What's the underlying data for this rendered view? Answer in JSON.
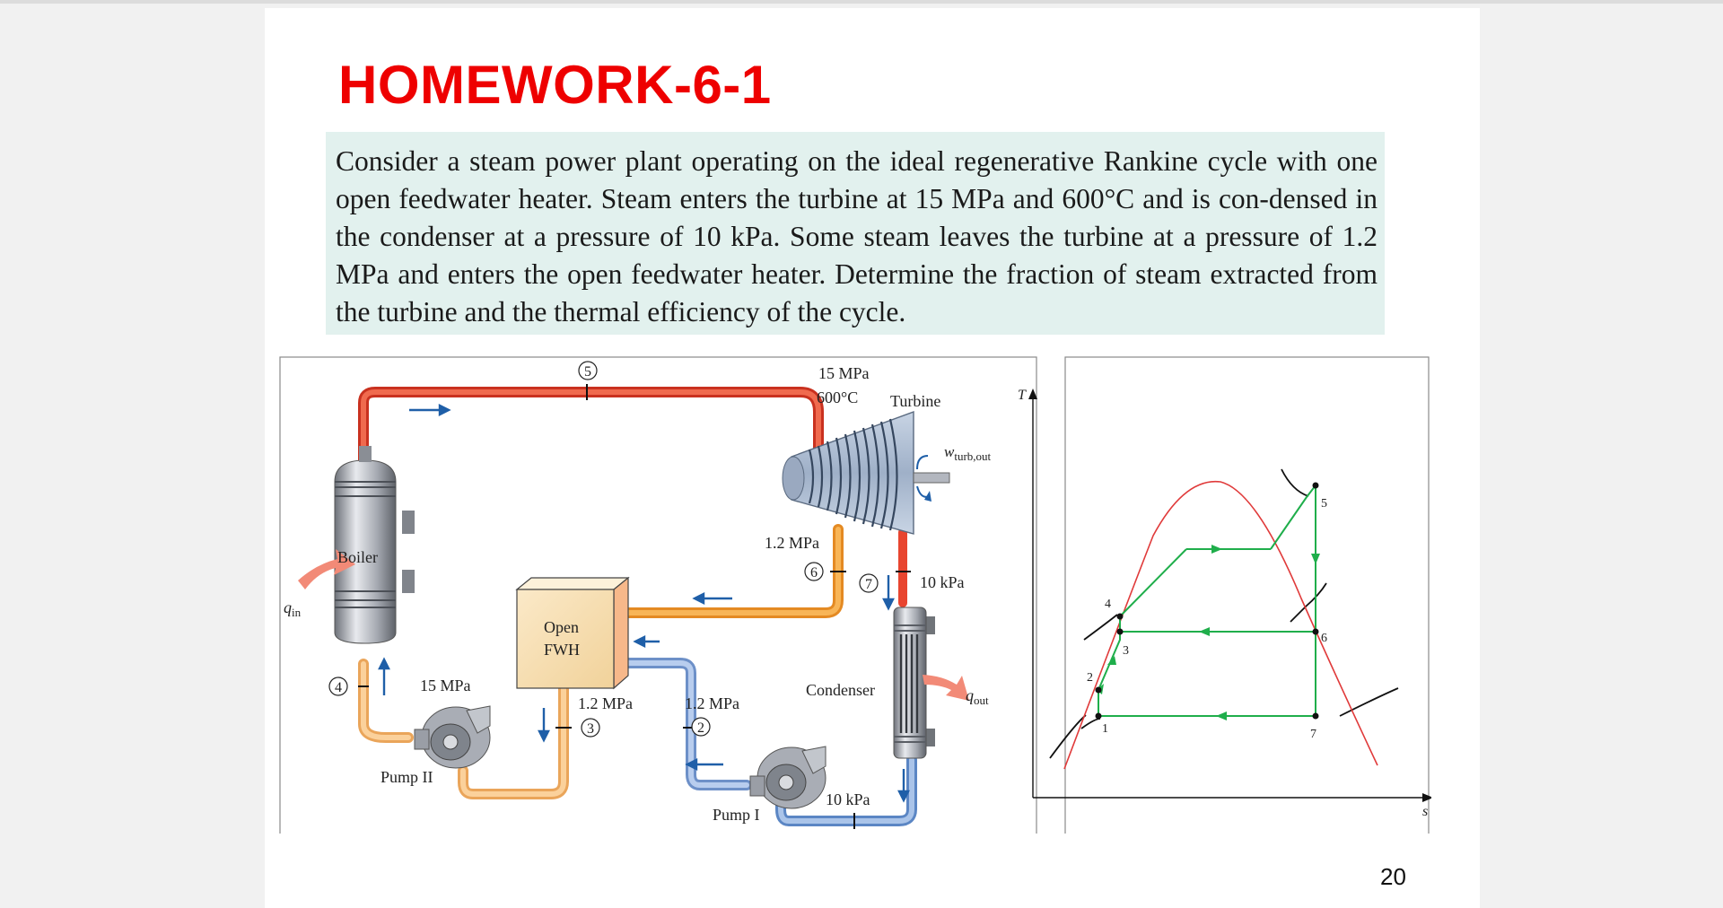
{
  "slide": {
    "title": "HOMEWORK-6-1",
    "problem_text": "Consider a steam power plant operating on the ideal regenerative Rankine cycle with one open feedwater heater. Steam enters the turbine at 15 MPa and 600°C and is con-densed in the condenser at a pressure of 10 kPa. Some steam leaves the turbine at a pressure of 1.2 MPa and enters the open feedwater heater. Determine the fraction of steam extracted from the turbine and the thermal efficiency of the cycle.",
    "page_number": "20"
  },
  "schematic": {
    "state_5": "5",
    "turbine_inlet_pressure": "15 MPa",
    "turbine_inlet_temp": "600°C",
    "turbine_label": "Turbine",
    "work_label_main": "w",
    "work_label_sub": "turb,out",
    "extraction_pressure": "1.2 MPa",
    "state_6": "6",
    "state_7": "7",
    "condenser_pressure_top": "10 kPa",
    "boiler_label": "Boiler",
    "q_in_main": "q",
    "q_in_sub": "in",
    "fwh_label_1": "Open",
    "fwh_label_2": "FWH",
    "condenser_label": "Condenser",
    "q_out_main": "q",
    "q_out_sub": "out",
    "state_4": "4",
    "pump2_pressure": "15 MPa",
    "fwh_out_pressure": "1.2 MPa",
    "state_3": "3",
    "pump1_out_pressure": "1.2 MPa",
    "state_2": "2",
    "pump2_label": "Pump II",
    "pump1_label": "Pump I",
    "condenser_pressure_bottom": "10 kPa"
  },
  "ts_diagram": {
    "t_axis": "T",
    "s_axis": "s",
    "points": [
      "1",
      "2",
      "3",
      "4",
      "5",
      "6",
      "7"
    ],
    "colors": {
      "dome": "#e03a3a",
      "cycle": "#1fae4b",
      "isobar": "#111111"
    }
  },
  "colors": {
    "title": "#ee0000",
    "problem_bg": "#e2f1ee",
    "hot_pipe": "#e8452f",
    "mid_pipe": "#f2a238",
    "cool_pipe": "#f7c27d",
    "cold_pipe": "#9bb8e0",
    "arrow": "#1f5fa8"
  }
}
